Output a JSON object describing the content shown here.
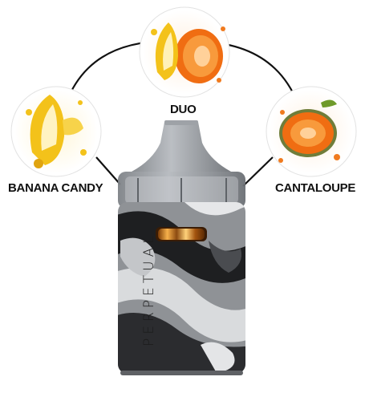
{
  "flavors": {
    "left": {
      "label": "BANANA CANDY",
      "icon": "banana-icon"
    },
    "top": {
      "label": "DUO",
      "icon": "banana-melon-icon"
    },
    "right": {
      "label": "CANTALOUPE",
      "icon": "cantaloupe-icon"
    }
  },
  "device": {
    "brand": "PERPETUAL"
  },
  "colors": {
    "banana": "#f3c21a",
    "melon": "#f07a1e",
    "connector": "#111111"
  }
}
